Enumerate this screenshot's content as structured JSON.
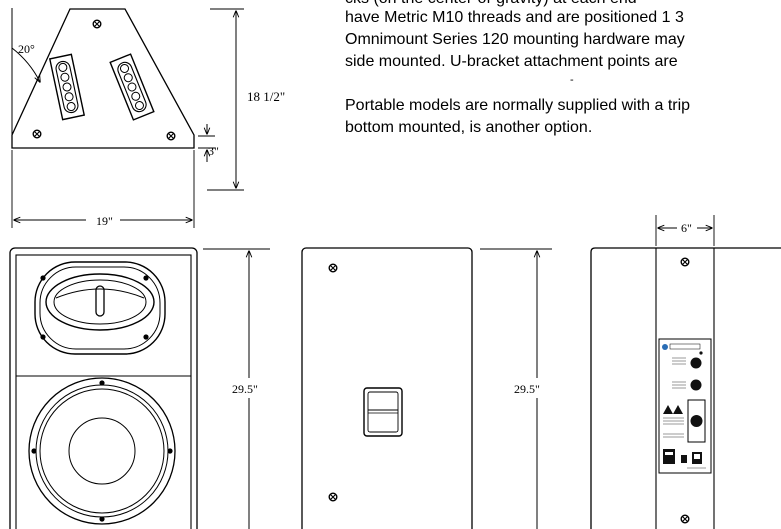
{
  "description_text": {
    "line1": "cks (on the center-of-gravity) at each end",
    "line2": "have Metric M10 threads and are positioned 1 3",
    "line3": "Omnimount Series 120 mounting hardware may",
    "line4": "side mounted.  U-bracket attachment points are",
    "separator": "-",
    "line5": "Portable models are normally supplied with a trip",
    "line6": "bottom mounted, is another option."
  },
  "top_view": {
    "angle_label": "20°",
    "height_label": "18 1/2\"",
    "offset_label": "3\"",
    "width_label": "19\""
  },
  "front_view": {
    "height_label": "29.5\""
  },
  "rear_view": {
    "height_label": "29.5\""
  },
  "side_view": {
    "width_label": "6\""
  },
  "colors": {
    "line": "#000000",
    "panel_fill": "#ffffff",
    "jack_fill": "#111111",
    "badge_blue": "#2a6db5"
  }
}
